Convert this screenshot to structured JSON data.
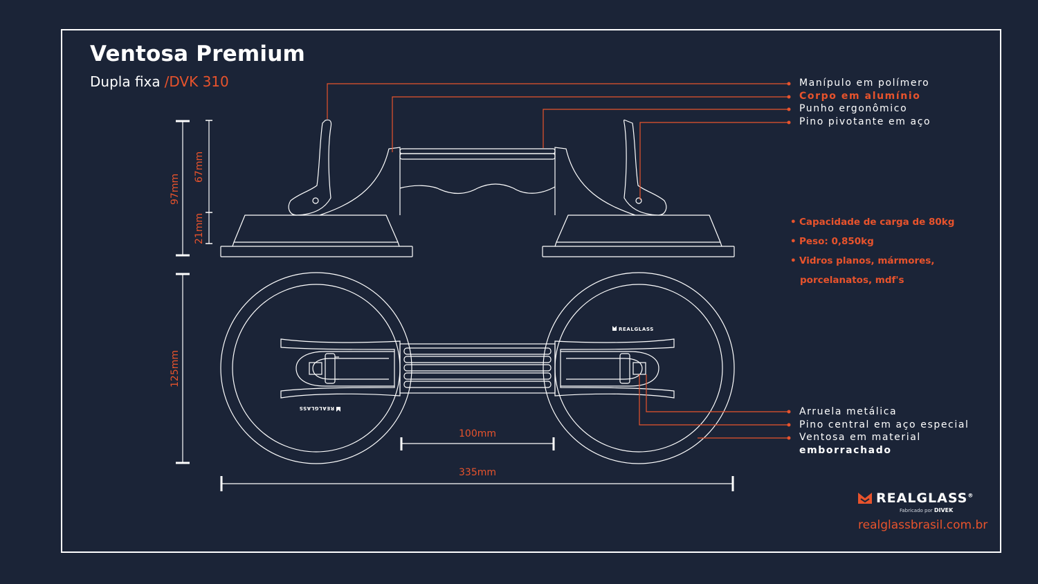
{
  "header": {
    "title": "Ventosa Premium",
    "subtitle": "Dupla fixa",
    "model": "/DVK 310"
  },
  "callouts_top": [
    {
      "label": "Manípulo em polímero",
      "accent": false
    },
    {
      "label": "Corpo em alumínio",
      "accent": true
    },
    {
      "label": "Punho ergonômico",
      "accent": false
    },
    {
      "label": "Pino pivotante em aço",
      "accent": false
    }
  ],
  "specs": [
    "Capacidade de carga de 80kg",
    "Peso: 0,850kg",
    "Vidros planos, mármores,",
    "porcelanatos, mdf's"
  ],
  "callouts_bottom": [
    {
      "label": "Arruela metálica"
    },
    {
      "label": "Pino central em aço especial"
    },
    {
      "label": "Ventosa em material",
      "label_bold": "emborrachado"
    }
  ],
  "dimensions": {
    "total_height": "97mm",
    "handle_height": "67mm",
    "base_height": "21mm",
    "cup_diameter": "125mm",
    "grip_width": "100mm",
    "total_length": "335mm"
  },
  "product_marking": "REALGLASS",
  "brand": {
    "name": "REALGLASS",
    "registered": "®",
    "fabricado_prefix": "Fabricado por",
    "fabricado_company": "DIVEK",
    "website": "realglassbrasil.com.br"
  },
  "colors": {
    "background": "#1b2437",
    "line": "#ffffff",
    "accent": "#e8532c"
  }
}
